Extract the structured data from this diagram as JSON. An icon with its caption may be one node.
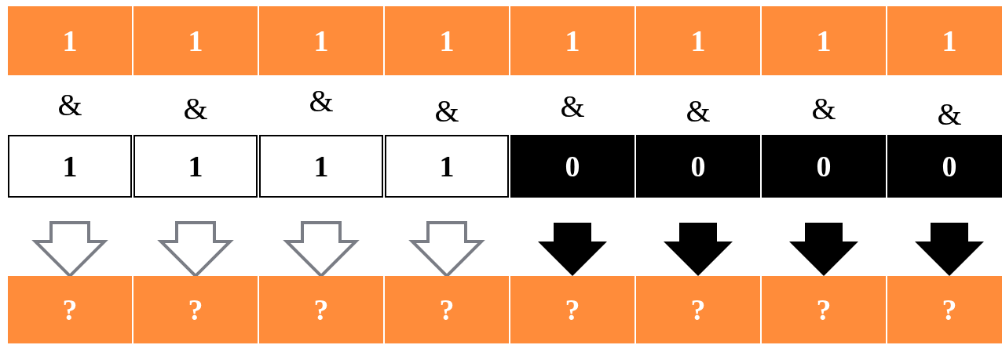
{
  "diagram": {
    "nodes": [
      {
        "text": [
          "1"
        ]
      },
      {
        "text": [
          "1"
        ]
      },
      {
        "text": [
          "1"
        ]
      },
      {
        "text": [
          "1"
        ]
      },
      {
        "text": [
          "1"
        ]
      },
      {
        "text": [
          "1"
        ]
      },
      {
        "text": [
          "1"
        ]
      },
      {
        "text": [
          "1"
        ]
      },
      {
        "text": [
          "1"
        ]
      },
      {
        "text": [
          "1"
        ]
      },
      {
        "text": [
          "1"
        ]
      },
      {
        "text": [
          "1"
        ]
      },
      {
        "text": [
          "0"
        ]
      },
      {
        "text": [
          "0"
        ]
      },
      {
        "text": [
          "0"
        ]
      },
      {
        "text": [
          "0"
        ]
      },
      {
        "text": [
          "?"
        ]
      },
      {
        "text": [
          "?"
        ]
      },
      {
        "text": [
          "?"
        ]
      },
      {
        "text": [
          "?"
        ]
      },
      {
        "text": [
          "?"
        ]
      },
      {
        "text": [
          "?"
        ]
      },
      {
        "text": [
          "?"
        ]
      },
      {
        "text": [
          "?"
        ]
      }
    ],
    "edges": [
      {
        "from": 8,
        "to": 16,
        "arrow": "to",
        "color": "#7a7d85"
      },
      {
        "from": 9,
        "to": 17,
        "arrow": "to",
        "color": "#7a7d85"
      },
      {
        "from": 10,
        "to": 18,
        "arrow": "to",
        "color": "#7a7d85"
      },
      {
        "from": 11,
        "to": 19,
        "arrow": "to",
        "color": "#7a7d85"
      },
      {
        "from": 12,
        "to": 20,
        "arrow": "to"
      },
      {
        "from": 13,
        "to": 21,
        "arrow": "to"
      },
      {
        "from": 14,
        "to": 22,
        "arrow": "to"
      },
      {
        "from": 15,
        "to": 23,
        "arrow": "to"
      }
    ],
    "labels": [
      "&",
      "&",
      "&",
      "&",
      "&",
      "&",
      "&",
      "&"
    ]
  }
}
